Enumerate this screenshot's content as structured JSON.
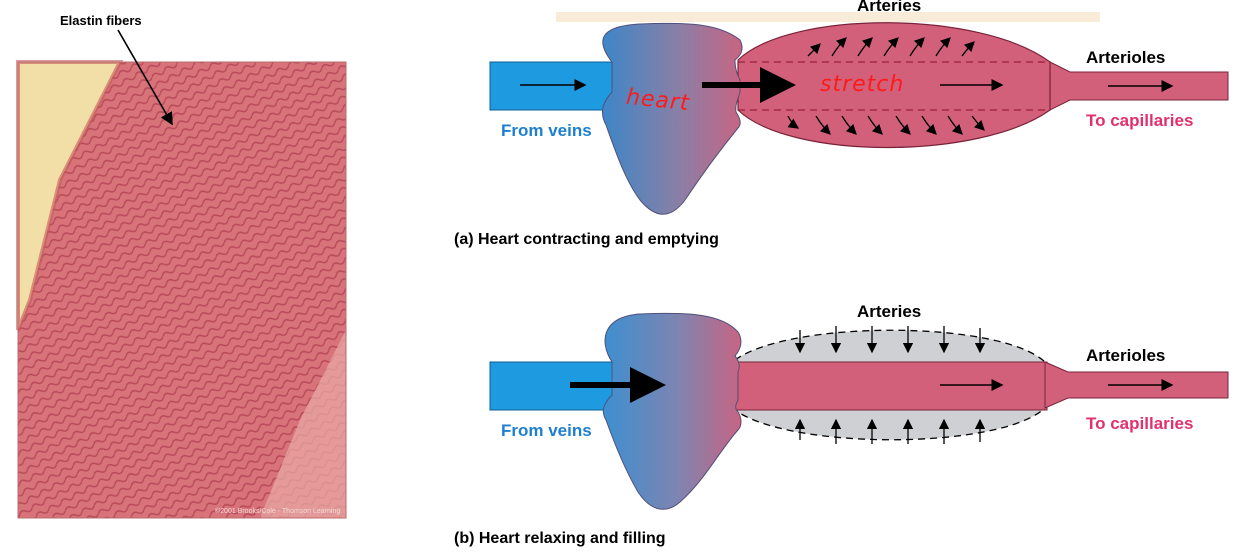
{
  "micrograph": {
    "label": "Elastin fibers",
    "credit": "©2001 Brooks/Cole - Thomson Learning"
  },
  "panel_a": {
    "arteries_label": "Arteries",
    "arterioles_label": "Arterioles",
    "from_veins_label": "From veins",
    "to_capillaries_label": "To capillaries",
    "annotation_heart": "heart",
    "annotation_stretch": "stretch",
    "caption": "(a) Heart contracting and emptying"
  },
  "panel_b": {
    "arteries_label": "Arteries",
    "arterioles_label": "Arterioles",
    "from_veins_label": "From veins",
    "to_capillaries_label": "To capillaries",
    "caption": "(b) Heart relaxing and filling"
  },
  "colors": {
    "vein_blue": "#1e9be0",
    "artery_pink": "#d2607a",
    "label_blue": "#1e7fd0",
    "label_pink": "#e0316e",
    "relaxed_wall": "#cfd0d4"
  }
}
